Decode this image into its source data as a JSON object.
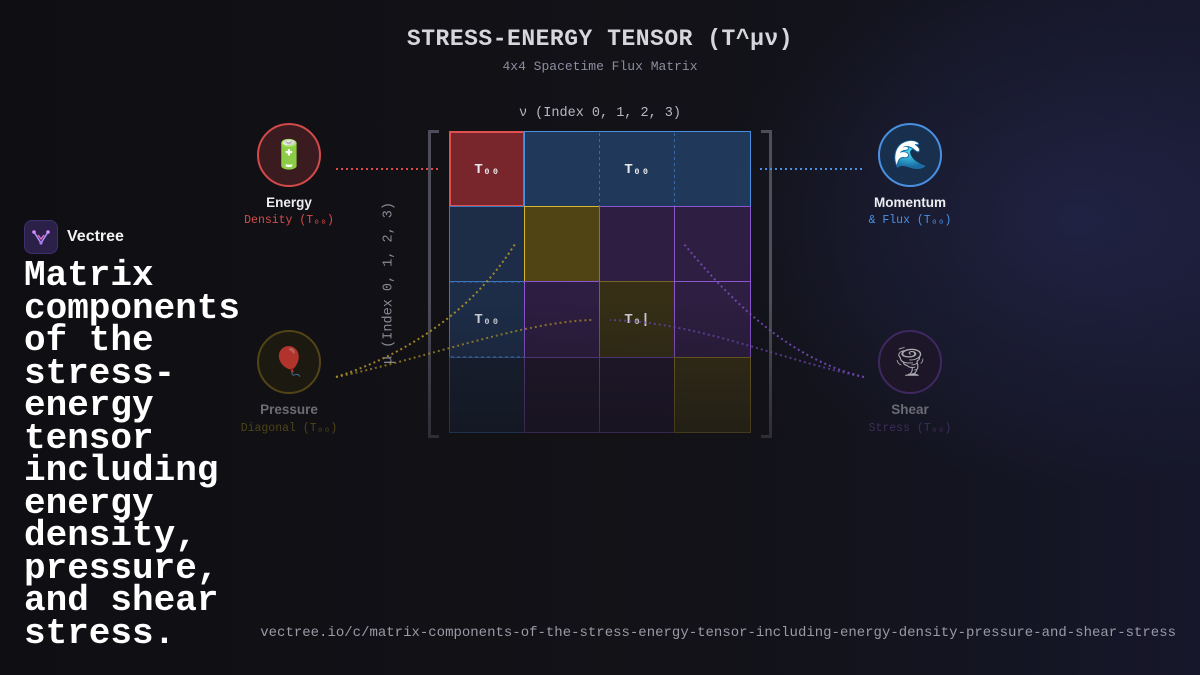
{
  "diagram": {
    "title": "STRESS-ENERGY TENSOR (T^μν)",
    "subtitle": "4x4 Spacetime Flux Matrix",
    "nu_axis_label": "ν (Index 0, 1, 2, 3)",
    "mu_axis_label": "μ (Index 0, 1, 2, 3)",
    "cells": {
      "t00": "T₀₀",
      "t0i": "T₀₀",
      "ti0": "T₀₀",
      "tij": "T₀|"
    },
    "nodes": {
      "energy": {
        "icon": "battery-icon",
        "glyph": "🔋",
        "label": "Energy",
        "sub": "Density (T₀₀)",
        "color": "#e04848"
      },
      "momentum": {
        "icon": "wave-icon",
        "glyph": "🌊",
        "label": "Momentum",
        "sub": "& Flux (T₀₀)",
        "color": "#4a90e2"
      },
      "pressure": {
        "icon": "balloon-icon",
        "glyph": "🎈",
        "label": "Pressure",
        "sub": "Diagonal (T₀₀)",
        "color": "#c9a227"
      },
      "shear": {
        "icon": "tornado-icon",
        "glyph": "🌪",
        "label": "Shear",
        "sub": "Stress (T₀₀)",
        "color": "#8e55d4"
      }
    }
  },
  "brand": {
    "name": "Vectree",
    "logo_icon": "vectree-logo-icon"
  },
  "headline": "Matrix components of the stress-energy tensor including energy density, pressure, and shear stress.",
  "url": "vectree.io/c/matrix-components-of-the-stress-energy-tensor-including-energy-density-pressure-and-shear-stress"
}
